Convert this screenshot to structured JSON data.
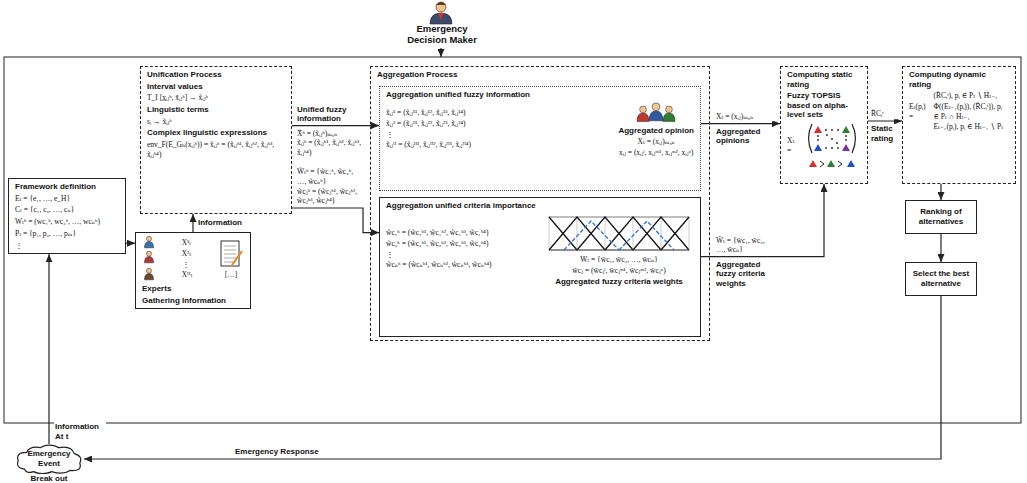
{
  "diagram": {
    "nodes": [
      {
        "text": [
          "Framework definition",
          "Eₜ = {e₁, …, e_H}",
          "Cₜ = {c₁, c₂, …, cₙ}",
          "Wₜʰ = (wc₁ʰ, wc₂ʰ, …, wcₙʰ)",
          "Pₜ = {p₁, p₂, …, pₘ}",
          "⋮"
        ]
      },
      {
        "text": [
          "X¹ₜ",
          "X²ₜ",
          "⋮",
          "[…]",
          "Xᴴₜ",
          "Experts",
          "Gathering Information"
        ]
      },
      {
        "text": [
          "Unification Process",
          "Interval values",
          "T_I [x̲ᵢⱼʰ, x̄ᵢⱼʰ] → x̃ᵢⱼʰ",
          "Linguistic terms",
          "sᵢ → x̃ᵢⱼʰ",
          "Complex linguistic expressions",
          "env_F(E_Gₕ(xᵢⱼʰ)) = x̃ᵢⱼʰ = (x̃ᵢⱼʰ¹, x̃ᵢⱼʰ², x̃ᵢⱼʰ³, x̃ᵢⱼʰ⁴)"
        ]
      },
      {
        "text": [
          "Aggregation Process"
        ]
      },
      {
        "text": [
          "Aggregation unified fuzzy information",
          "x̃ᵢⱼ¹ = (x̃ᵢⱼ¹¹, x̃ᵢⱼ¹², x̃ᵢⱼ¹³, x̃ᵢⱼ¹⁴)",
          "x̃ᵢⱼ² = (x̃ᵢⱼ²¹, x̃ᵢⱼ²², x̃ᵢⱼ²³, x̃ᵢⱼ²⁴)",
          "⋮",
          "x̃ᵢⱼᴴ = (x̃ᵢⱼᴴ¹, x̃ᵢⱼᴴ², x̃ᵢⱼᴴ³, x̃ᵢⱼᴴ⁴)",
          "Aggregated opinion",
          "Xₜ = (xᵢⱼ)ₘₓₙ",
          "xᵢⱼ = (xᵢⱼˡ, xᵢⱼᵐ¹, xᵢⱼᵐ², xᵢⱼᵘ)"
        ],
        "in": 3
      },
      {
        "text": [
          "Aggregation unified criteria importance",
          "w̃c₁ʰ = (w̃c₁ʰ¹, w̃c₁ʰ², w̃c₁ʰ³, w̃c₁ʰ⁴)",
          "w̃c₂ʰ = (w̃c₂ʰ¹, w̃c₂ʰ², w̃c₂ʰ³, w̃c₂ʰ⁴)",
          "⋮",
          "w̃cₙʰ = (w̃cₙʰ¹, w̃cₙʰ², w̃cₙʰ³, w̃cₙʰ⁴)",
          "W̄ₜ = {w̄c₁, w̄c₂, …, w̄cₙ}",
          "w̄cⱼ = (w̄cⱼˡ, w̄cⱼᵐ¹, w̄cⱼᵐ², w̄cⱼᵘ)",
          "Aggregated fuzzy criteria weights"
        ],
        "in": 3
      },
      {
        "text": [
          "Computing static rating",
          "Fuzzy TOPSIS based on alpha-level sets",
          "Xₜ ="
        ]
      },
      {
        "text": [
          "Computing dynamic rating",
          "Eₜ(pᵢ) =",
          "(R̃Cᵢᵗ), pᵢ ∈ Pₜ ∖ Hₜ₋₁",
          "Φ((Eₜ₋₁(pᵢ)), (R̃Cᵢᵗ)), pᵢ ∈ Pₜ ∩ Hₜ₋₁",
          "Eₜ₋₁(pᵢ), pᵢ ∈ Hₜ₋₁ ∖ Pₜ"
        ]
      },
      {
        "text": [
          "Ranking of alternatives"
        ]
      },
      {
        "text": [
          "Select the best alternative"
        ]
      },
      {
        "text": [
          "Emergency Event",
          "Break out"
        ]
      }
    ],
    "edges": [
      {
        "from": 0,
        "to": 1,
        "arrow": "to"
      },
      {
        "from": 1,
        "to": 2,
        "label": "Information",
        "arrow": "to"
      },
      {
        "from": 2,
        "to": 4,
        "label": "Unified fuzzy information",
        "arrow": "to"
      },
      {
        "from": 2,
        "to": 5,
        "arrow": "to"
      },
      {
        "from": 4,
        "to": 6,
        "label": "Aggregated opinions",
        "arrow": "to"
      },
      {
        "from": 5,
        "to": 6,
        "label": "Aggregated fuzzy criteria weights",
        "arrow": "to"
      },
      {
        "from": 6,
        "to": 7,
        "label": "Static rating",
        "arrow": "to"
      },
      {
        "from": 7,
        "to": 8,
        "arrow": "to"
      },
      {
        "from": 8,
        "to": 9,
        "arrow": "to"
      },
      {
        "from": 9,
        "to": 10,
        "label": "Emergency Response",
        "arrow": "to"
      },
      {
        "from": 10,
        "to": 0,
        "label": "Information At t",
        "arrow": "to"
      }
    ],
    "labels": [
      "Emergency Decision Maker",
      "X̃ʰ = (x̃ᵢⱼʰ)ₘₓₙ",
      "x̃ᵢⱼʰ = (x̃ᵢⱼʰ¹, x̃ᵢⱼʰ², x̃ᵢⱼʰ³, x̃ᵢⱼʰ⁴)",
      "W̃ₜʰ = {w̃c₁ʰ, w̃c₂ʰ, …, w̃cₙʰ}",
      "w̃cⱼʰ = (w̃cⱼʰ¹, w̃cⱼʰ², w̃cⱼʰ³, w̃cⱼʰ⁴)",
      "Xₜ = (xᵢⱼ)ₘₓₙ",
      "W̄ₜ = {w̄c₁, w̄c₂, …, w̄cₙ}",
      "R̃Cᵢᵗ"
    ]
  }
}
